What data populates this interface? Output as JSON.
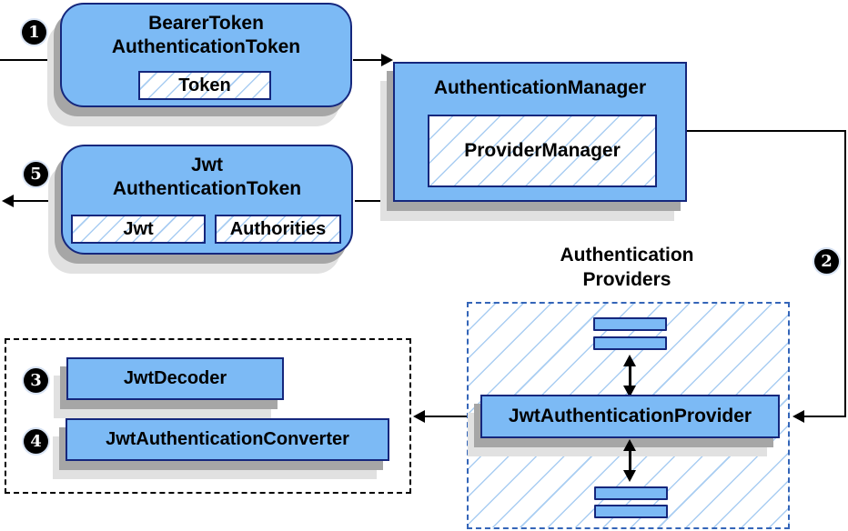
{
  "nodes": {
    "bearer_token": {
      "line1": "BearerToken",
      "line2": "AuthenticationToken",
      "chip": "Token"
    },
    "auth_manager": {
      "title": "AuthenticationManager",
      "chip": "ProviderManager"
    },
    "jwt_token": {
      "line1": "Jwt",
      "line2": "AuthenticationToken",
      "chip_jwt": "Jwt",
      "chip_authorities": "Authorities"
    },
    "providers_group": {
      "title_line1": "Authentication",
      "title_line2": "Providers"
    },
    "jwt_provider": {
      "label": "JwtAuthenticationProvider"
    },
    "jwt_decoder": {
      "label": "JwtDecoder"
    },
    "jwt_converter": {
      "label": "JwtAuthenticationConverter"
    }
  },
  "steps": {
    "s1": "1",
    "s2": "2",
    "s3": "3",
    "s4": "4",
    "s5": "5"
  },
  "colors": {
    "node_fill": "#7CBAF5",
    "node_border": "#15277D",
    "hatch_line": "#A9CDF2",
    "providers_dash": "#3465B8",
    "shadow_dark": "#A6A6A6",
    "shadow_light": "#E1E1E1",
    "connector": "#000000"
  }
}
